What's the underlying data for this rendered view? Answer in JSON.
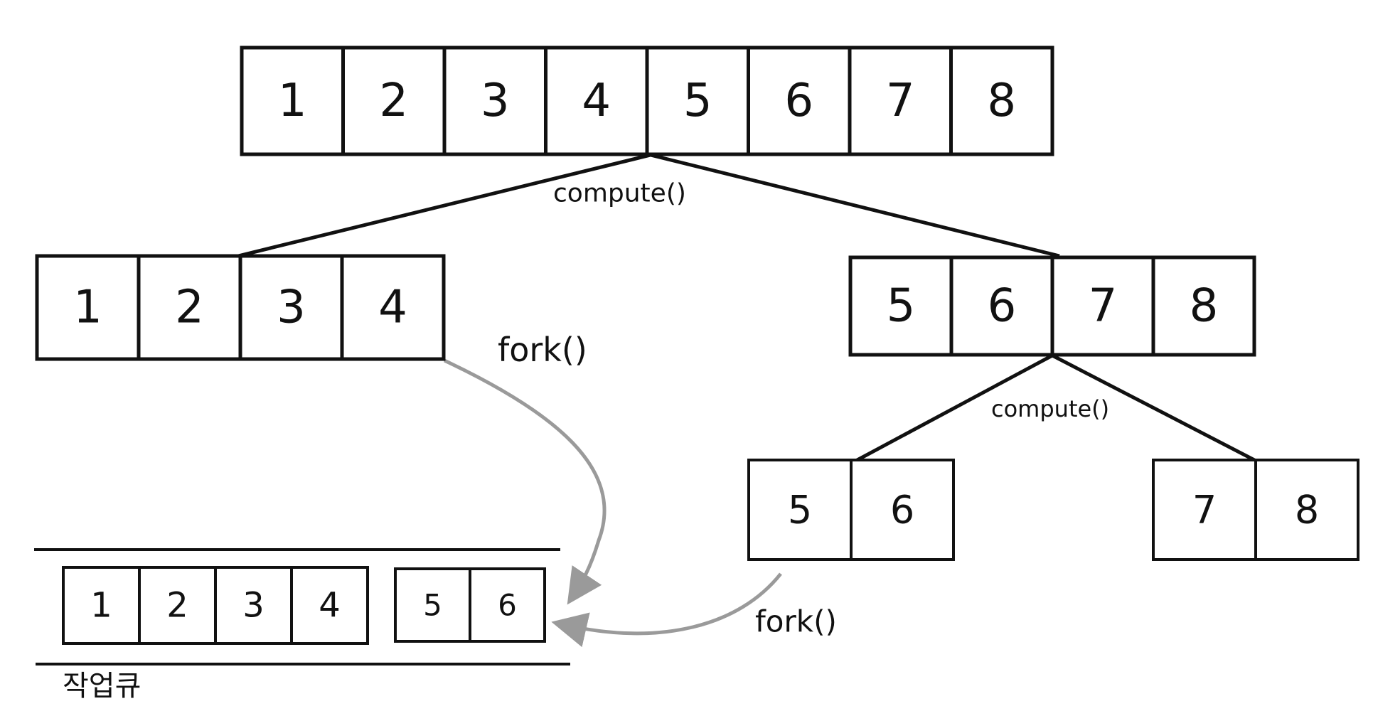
{
  "colors": {
    "ink": "#111111",
    "arrow": "#9a9a9a",
    "background": "#ffffff"
  },
  "arrays": {
    "top": [
      "1",
      "2",
      "3",
      "4",
      "5",
      "6",
      "7",
      "8"
    ],
    "left": [
      "1",
      "2",
      "3",
      "4"
    ],
    "right": [
      "5",
      "6",
      "7",
      "8"
    ],
    "sub_left": [
      "5",
      "6"
    ],
    "sub_right": [
      "7",
      "8"
    ],
    "queue_a": [
      "1",
      "2",
      "3",
      "4"
    ],
    "queue_b": [
      "5",
      "6"
    ]
  },
  "labels": {
    "compute_top": "compute()",
    "compute_right": "compute()",
    "fork_left": "fork()",
    "fork_right": "fork()",
    "queue": "작업큐"
  }
}
